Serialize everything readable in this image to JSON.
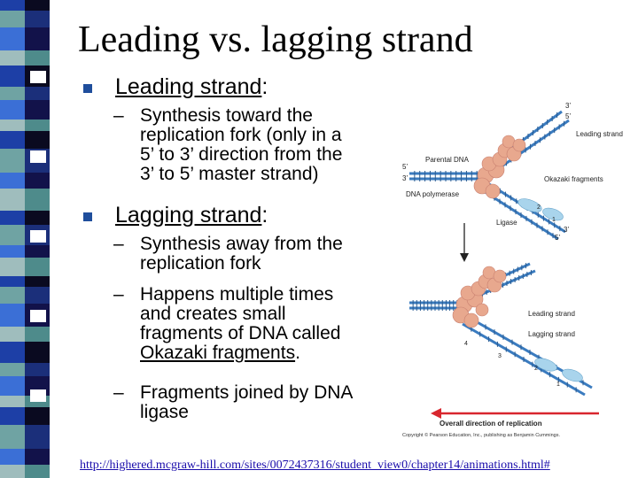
{
  "slide": {
    "title": "Leading vs. lagging strand",
    "leading": {
      "heading": "Leading strand",
      "colon": ":",
      "detail_lines": [
        "Synthesis toward the",
        "replication fork (only in a",
        "5’ to 3’ direction from the",
        "3’ to 5’ master strand)"
      ]
    },
    "lagging": {
      "heading": "Lagging strand",
      "colon": ":",
      "point1_lines": [
        "Synthesis away from the",
        "replication fork"
      ],
      "point2_lines": [
        "Happens multiple times",
        "and creates small",
        "fragments of DNA called"
      ],
      "point2_link": "Okazaki fragments",
      "point2_end": ".",
      "point3_lines": [
        "Fragments joined by DNA",
        "ligase"
      ]
    },
    "dash": "–",
    "url": "http://highered.mcgraw-hill.com/sites/0072437316/student_view0/chapter14/animations.html#"
  },
  "figure": {
    "top": {
      "prime_3_top": "3’",
      "prime_5_top": "5’",
      "leading_strand": "Leading strand",
      "parental_dna": "Parental DNA",
      "prime_5_left": "5’",
      "prime_3_left": "3’",
      "okazaki_fragments": "Okazaki fragments",
      "dna_polymerase": "DNA polymerase",
      "num_2": "2",
      "num_1": "1",
      "ligase": "Ligase",
      "prime_3_bottom": "3’",
      "prime_5_bottom": "5’"
    },
    "bottom": {
      "leading_strand": "Leading strand",
      "lagging_strand": "Lagging strand",
      "num_4": "4",
      "num_3": "3",
      "num_2": "2",
      "num_1": "1",
      "overall_direction": "Overall direction of replication",
      "copyright": "Copyright © Pearson Education, Inc., publishing as Benjamin Cummings."
    }
  },
  "colors": {
    "bullet": "#1f4e9c",
    "helix": "#3a7bbf",
    "protein": "#e8a88e",
    "fragment": "#a9d4ec",
    "arrow": "#d8262e"
  }
}
